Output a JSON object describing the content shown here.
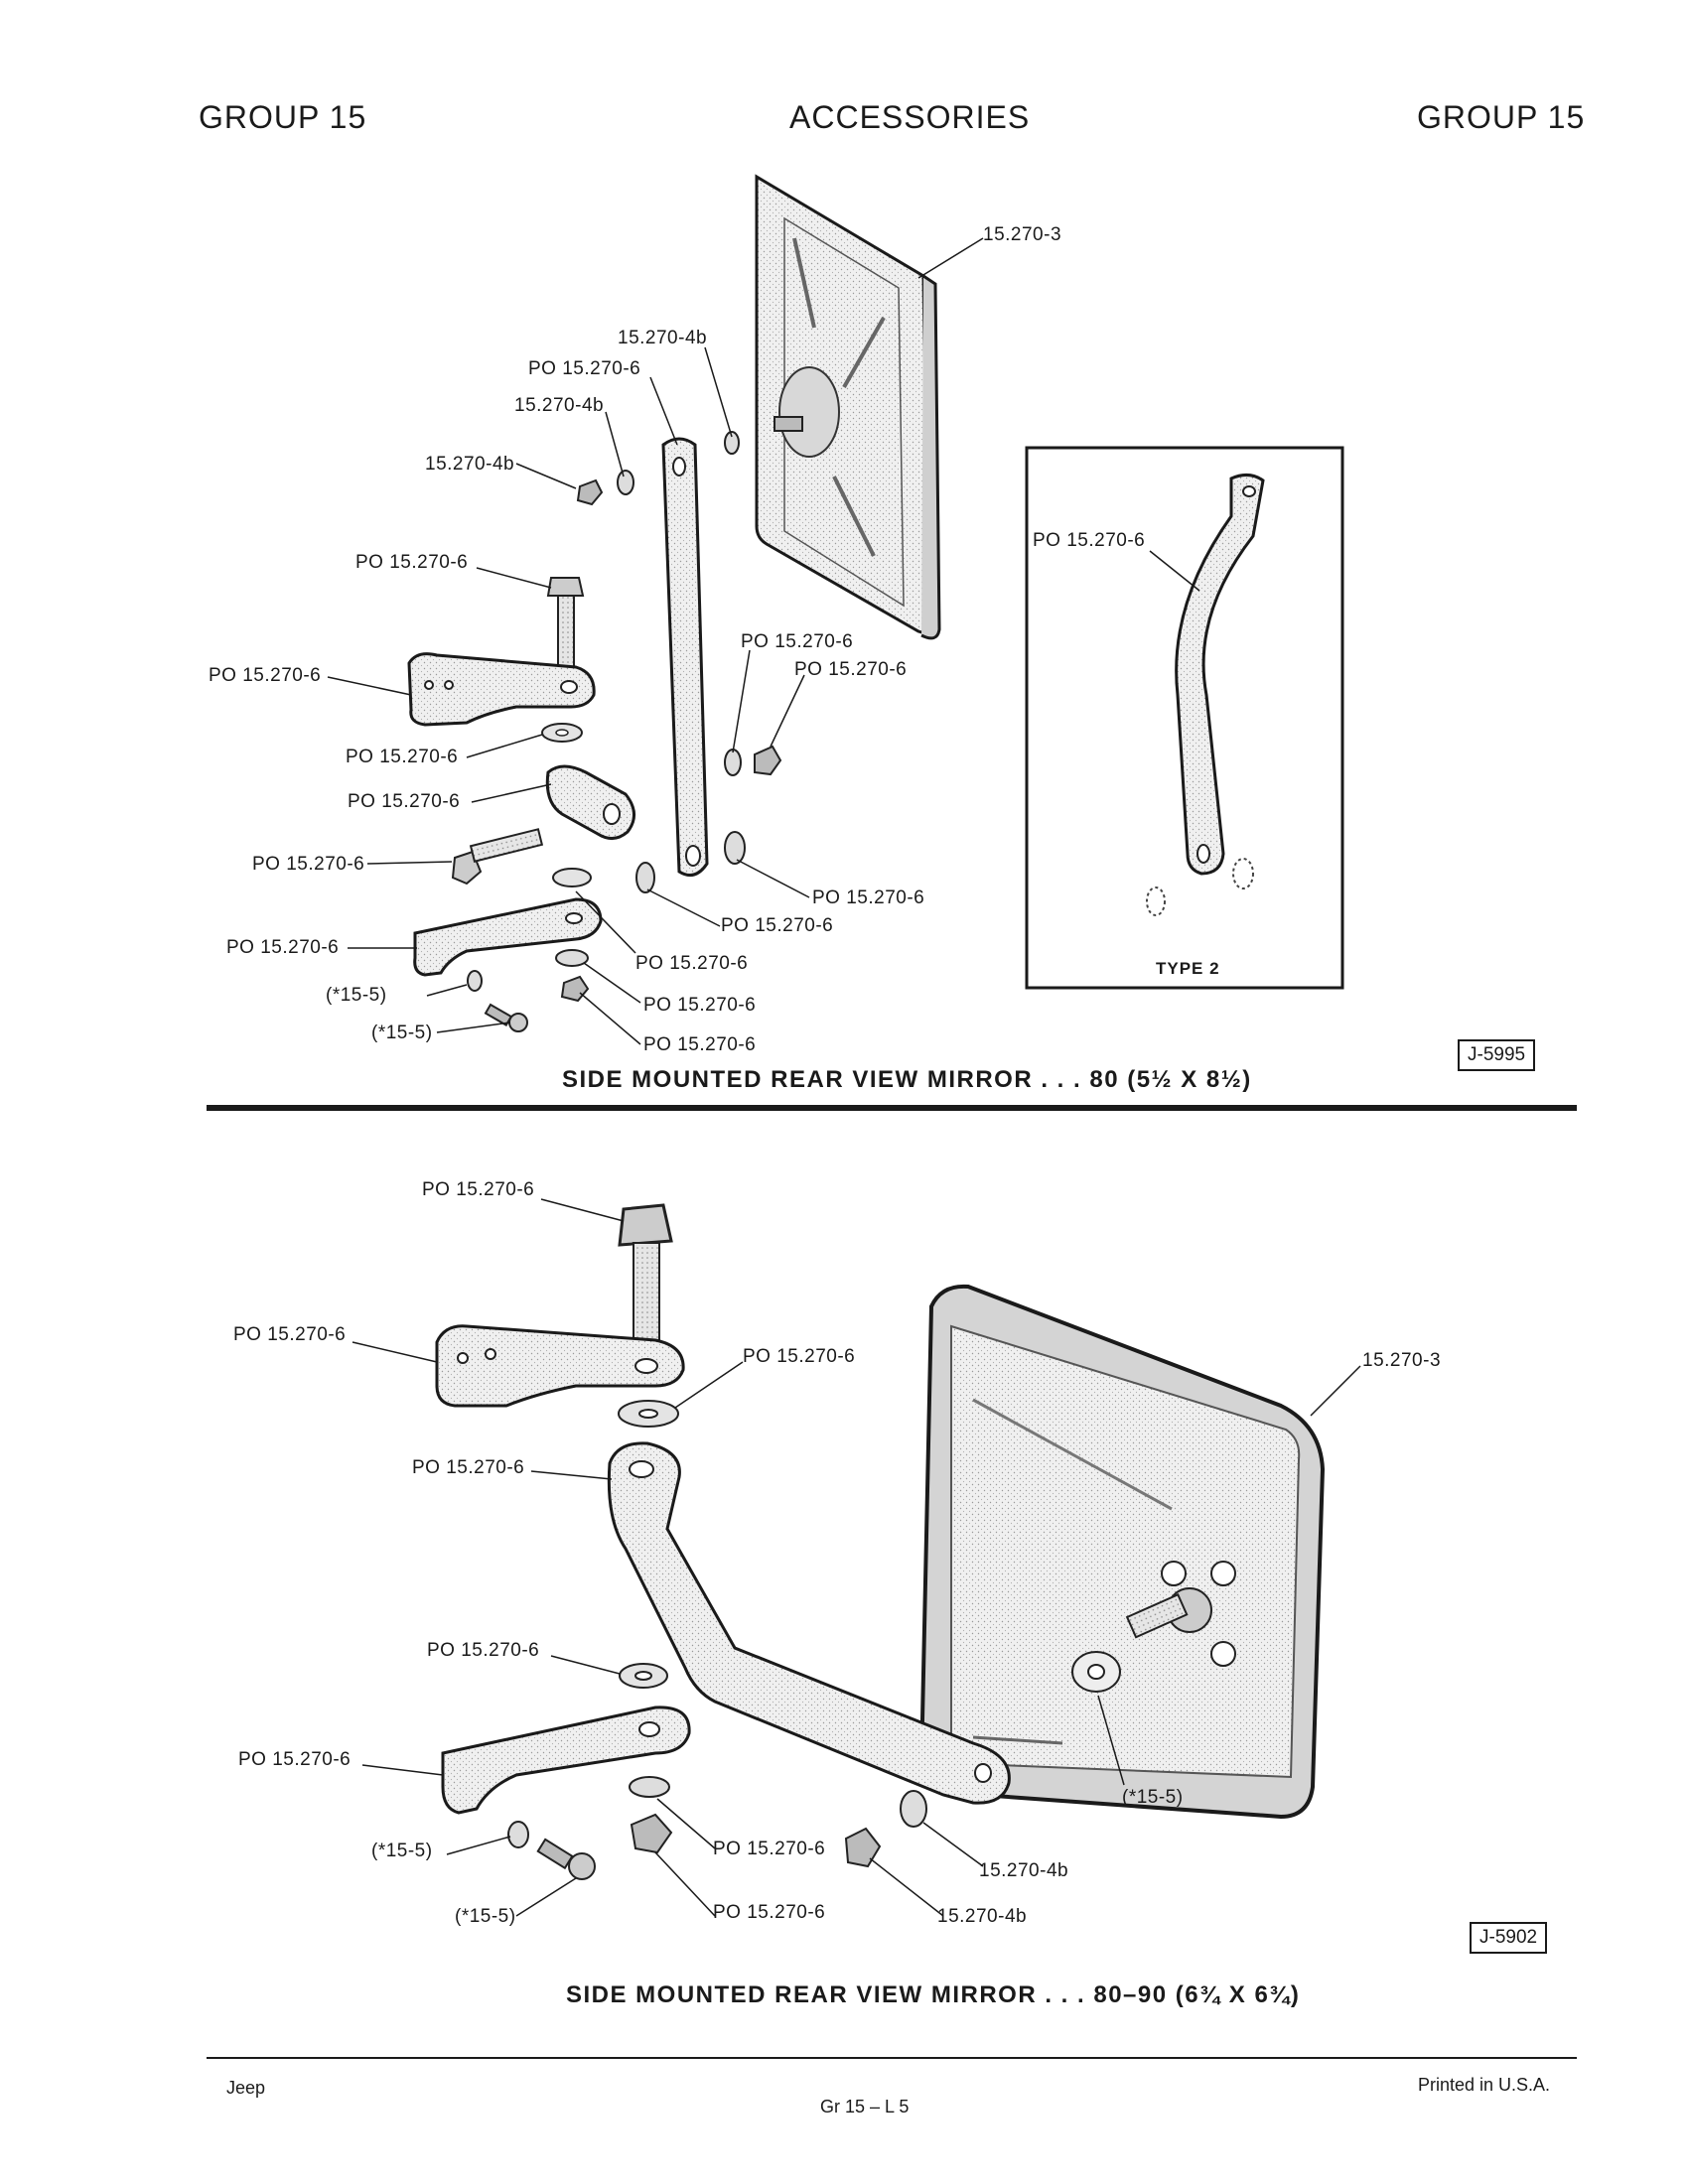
{
  "header": {
    "left": "GROUP 15",
    "center": "ACCESSORIES",
    "right": "GROUP 15"
  },
  "figure1": {
    "caption": "SIDE MOUNTED REAR VIEW MIRROR . . . 80 (5½ X 8½)",
    "ref": "J-5995",
    "inset_label": "TYPE 2",
    "labels": {
      "mirror_head": "15.270-3",
      "lw_top": "15.270-4b",
      "arm": "PO 15.270-6",
      "lw_mid": "15.270-4b",
      "nut_top": "15.270-4b",
      "bolt": "PO 15.270-6",
      "bracket_upper": "PO 15.270-6",
      "lw_right": "PO 15.270-6",
      "nut_right": "PO 15.270-6",
      "washer_a": "PO 15.270-6",
      "clamp": "PO 15.270-6",
      "bolt2": "PO 15.270-6",
      "washer_r": "PO 15.270-6",
      "washer_l": "PO 15.270-6",
      "bracket_lower": "PO 15.270-6",
      "washer_b": "PO 15.270-6",
      "screw_lw": "(*15-5)",
      "lw_b": "PO 15.270-6",
      "screw": "(*15-5)",
      "nut_b": "PO 15.270-6",
      "inset_arm": "PO 15.270-6"
    }
  },
  "figure2": {
    "caption": "SIDE MOUNTED REAR VIEW MIRROR . . . 80–90 (6¾ X 6¾)",
    "ref": "J-5902",
    "labels": {
      "bolt": "PO 15.270-6",
      "bracket_upper": "PO 15.270-6",
      "washer_top": "PO 15.270-6",
      "mirror_head": "15.270-3",
      "arm": "PO 15.270-6",
      "washer_mid": "PO 15.270-6",
      "bracket_lower": "PO 15.270-6",
      "mirror_washer": "(*15-5)",
      "screw_lw": "(*15-5)",
      "lw": "PO 15.270-6",
      "lw_right": "15.270-4b",
      "screw": "(*15-5)",
      "nut": "PO 15.270-6",
      "nut_right": "15.270-4b"
    }
  },
  "footer": {
    "left": "Jeep",
    "center": "Gr 15 – L 5",
    "right": "Printed in U.S.A."
  }
}
